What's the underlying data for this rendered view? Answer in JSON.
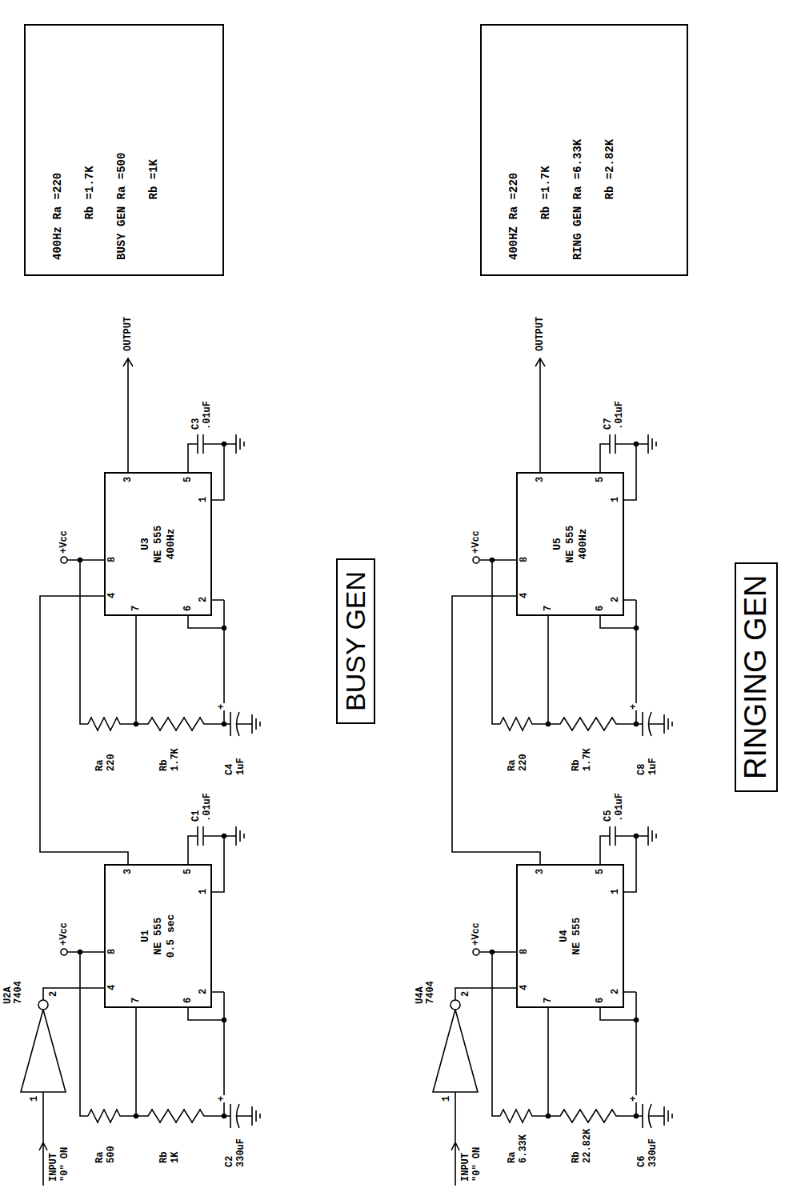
{
  "diagram": {
    "nodes": [
      {
        "text": [
          "U2A",
          "7404"
        ]
      },
      {
        "text": [
          "U1",
          "NE 555",
          "0.5 sec"
        ]
      },
      {
        "text": [
          "U3",
          "NE 555",
          "400Hz"
        ]
      },
      {
        "text": [
          "BUSY GEN"
        ]
      },
      {
        "text": [
          "400Hz Ra =220",
          "Rb =1.7K",
          "BUSY GEN Ra =500",
          "Rb =1K"
        ]
      },
      {
        "text": [
          "U4A",
          "7404"
        ]
      },
      {
        "text": [
          "U4",
          "NE 555"
        ]
      },
      {
        "text": [
          "U5",
          "NE 555",
          "400Hz"
        ]
      },
      {
        "text": [
          "RINGING GEN"
        ]
      },
      {
        "text": [
          "400HZ Ra =220",
          "Rb =1.7K",
          "RING GEN Ra =6.33K",
          "Rb =2.82K"
        ]
      }
    ],
    "edges": [
      {
        "from": 0,
        "to": 1,
        "arrow": "none"
      },
      {
        "from": 1,
        "to": 2,
        "arrow": "none"
      },
      {
        "from": 5,
        "to": 6,
        "arrow": "none"
      },
      {
        "from": 6,
        "to": 7,
        "arrow": "none"
      }
    ],
    "labels": [
      "INPUT",
      "\"0\" ON",
      "1",
      "2",
      "+Vcc",
      "4",
      "8",
      "7",
      "6",
      "2",
      "3",
      "5",
      "1",
      "Ra",
      "500",
      "Rb",
      "1K",
      "C2",
      "330uF",
      "+",
      "C1",
      ".01uF",
      "+Vcc",
      "4",
      "8",
      "7",
      "6",
      "2",
      "3",
      "5",
      "1",
      "Ra",
      "220",
      "Rb",
      "1.7K",
      "C4",
      "1uF",
      "+",
      "C3",
      ".01uF",
      "OUTPUT",
      "INPUT",
      "\"0\" ON",
      "1",
      "2",
      "+Vcc",
      "4",
      "8",
      "7",
      "6",
      "2",
      "3",
      "5",
      "1",
      "Ra",
      "6.33K",
      "Rb",
      "22.82K",
      "C6",
      "330uF",
      "+",
      "C5",
      ".01uF",
      "+Vcc",
      "4",
      "8",
      "7",
      "6",
      "2",
      "3",
      "5",
      "1",
      "Ra",
      "220",
      "Rb",
      "1.7K",
      "C8",
      "1uF",
      "+",
      "C7",
      ".01uF",
      "OUTPUT"
    ]
  }
}
